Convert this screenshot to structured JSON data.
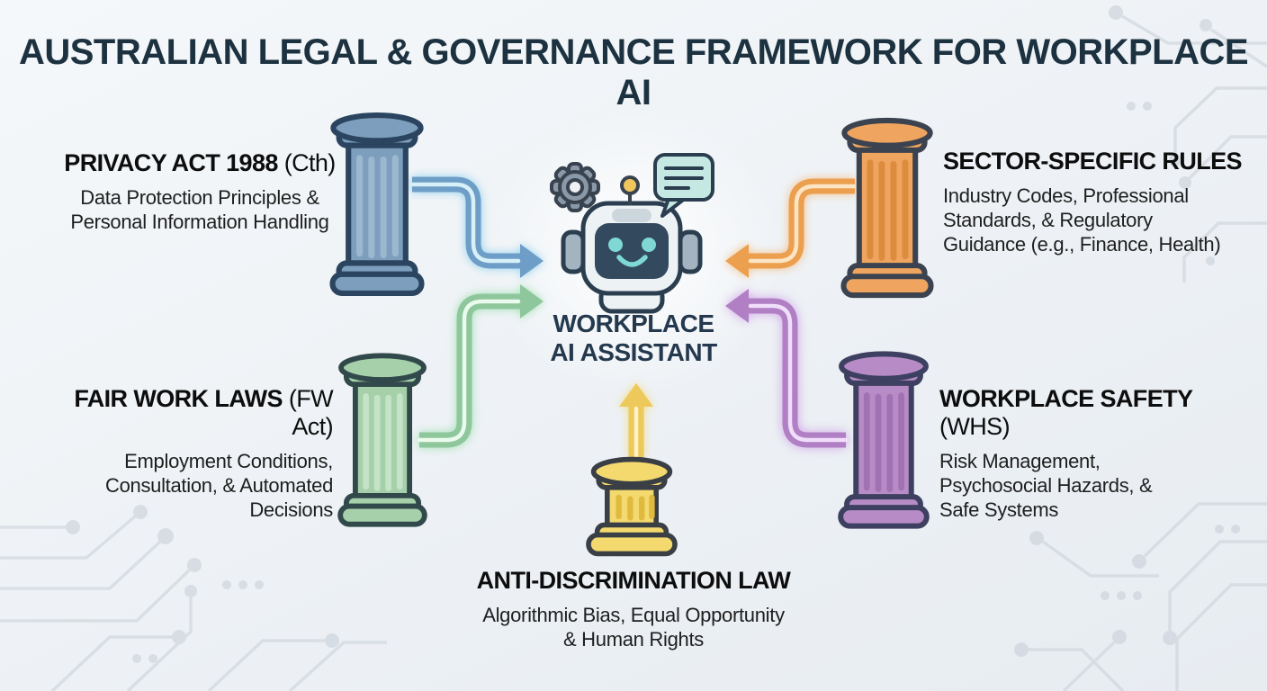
{
  "title": "AUSTRALIAN LEGAL & GOVERNANCE FRAMEWORK FOR WORKPLACE AI",
  "title_color": "#1d3240",
  "background_color": "#edf1f5",
  "circuit_color": "#ccd3da",
  "center": {
    "label_line1": "WORKPLACE",
    "label_line2": "AI ASSISTANT",
    "icons": {
      "robot": "robot-icon",
      "gear": "gear-icon",
      "speech_bubble": "speech-bubble-icon",
      "antenna": "antenna-icon"
    },
    "robot_colors": {
      "head": "#edf2f5",
      "face": "#334a5e",
      "eyes": "#7fd8d3",
      "antenna_ball": "#f2c65c",
      "bubble": "#c5e9e2",
      "outline": "#2b3e4f"
    }
  },
  "sections": {
    "privacy": {
      "heading": "PRIVACY ACT 1988",
      "heading_suffix": " (Cth)",
      "lines": [
        "Data Protection Principles &",
        "Personal Information Handling"
      ],
      "pillar_color": "#7d9fbd",
      "arrow_color": "#6e9ec7",
      "pillar": "tall-column",
      "position": "top-left"
    },
    "fairwork": {
      "heading": "FAIR WORK LAWS",
      "heading_suffix": " (FW Act)",
      "lines": [
        "Employment Conditions,",
        "Consultation, & Automated",
        "Decisions"
      ],
      "pillar_color": "#a6d0aa",
      "arrow_color": "#8fc79d",
      "pillar": "tall-column",
      "position": "bottom-left"
    },
    "sector": {
      "heading": "SECTOR-SPECIFIC RULES",
      "heading_suffix": "",
      "lines": [
        "Industry Codes, Professional",
        "Standards, & Regulatory",
        "Guidance (e.g., Finance, Health)"
      ],
      "pillar_color": "#efa55f",
      "arrow_color": "#eca04f",
      "pillar": "tall-column",
      "position": "top-right"
    },
    "safety": {
      "heading": "WORKPLACE SAFETY",
      "heading_suffix": " (WHS)",
      "lines": [
        "Risk Management,",
        "Psychosocial Hazards, &",
        "Safe Systems"
      ],
      "pillar_color": "#b78cc6",
      "arrow_color": "#b07fc4",
      "pillar": "tall-column",
      "position": "bottom-right"
    },
    "antidiscrimination": {
      "heading": "ANTI-DISCRIMINATION LAW",
      "heading_suffix": "",
      "lines": [
        "Algorithmic Bias, Equal Opportunity",
        "& Human Rights"
      ],
      "pillar_color": "#f3d96e",
      "arrow_color": "#edc95c",
      "pillar": "short-column",
      "position": "bottom-center"
    }
  }
}
